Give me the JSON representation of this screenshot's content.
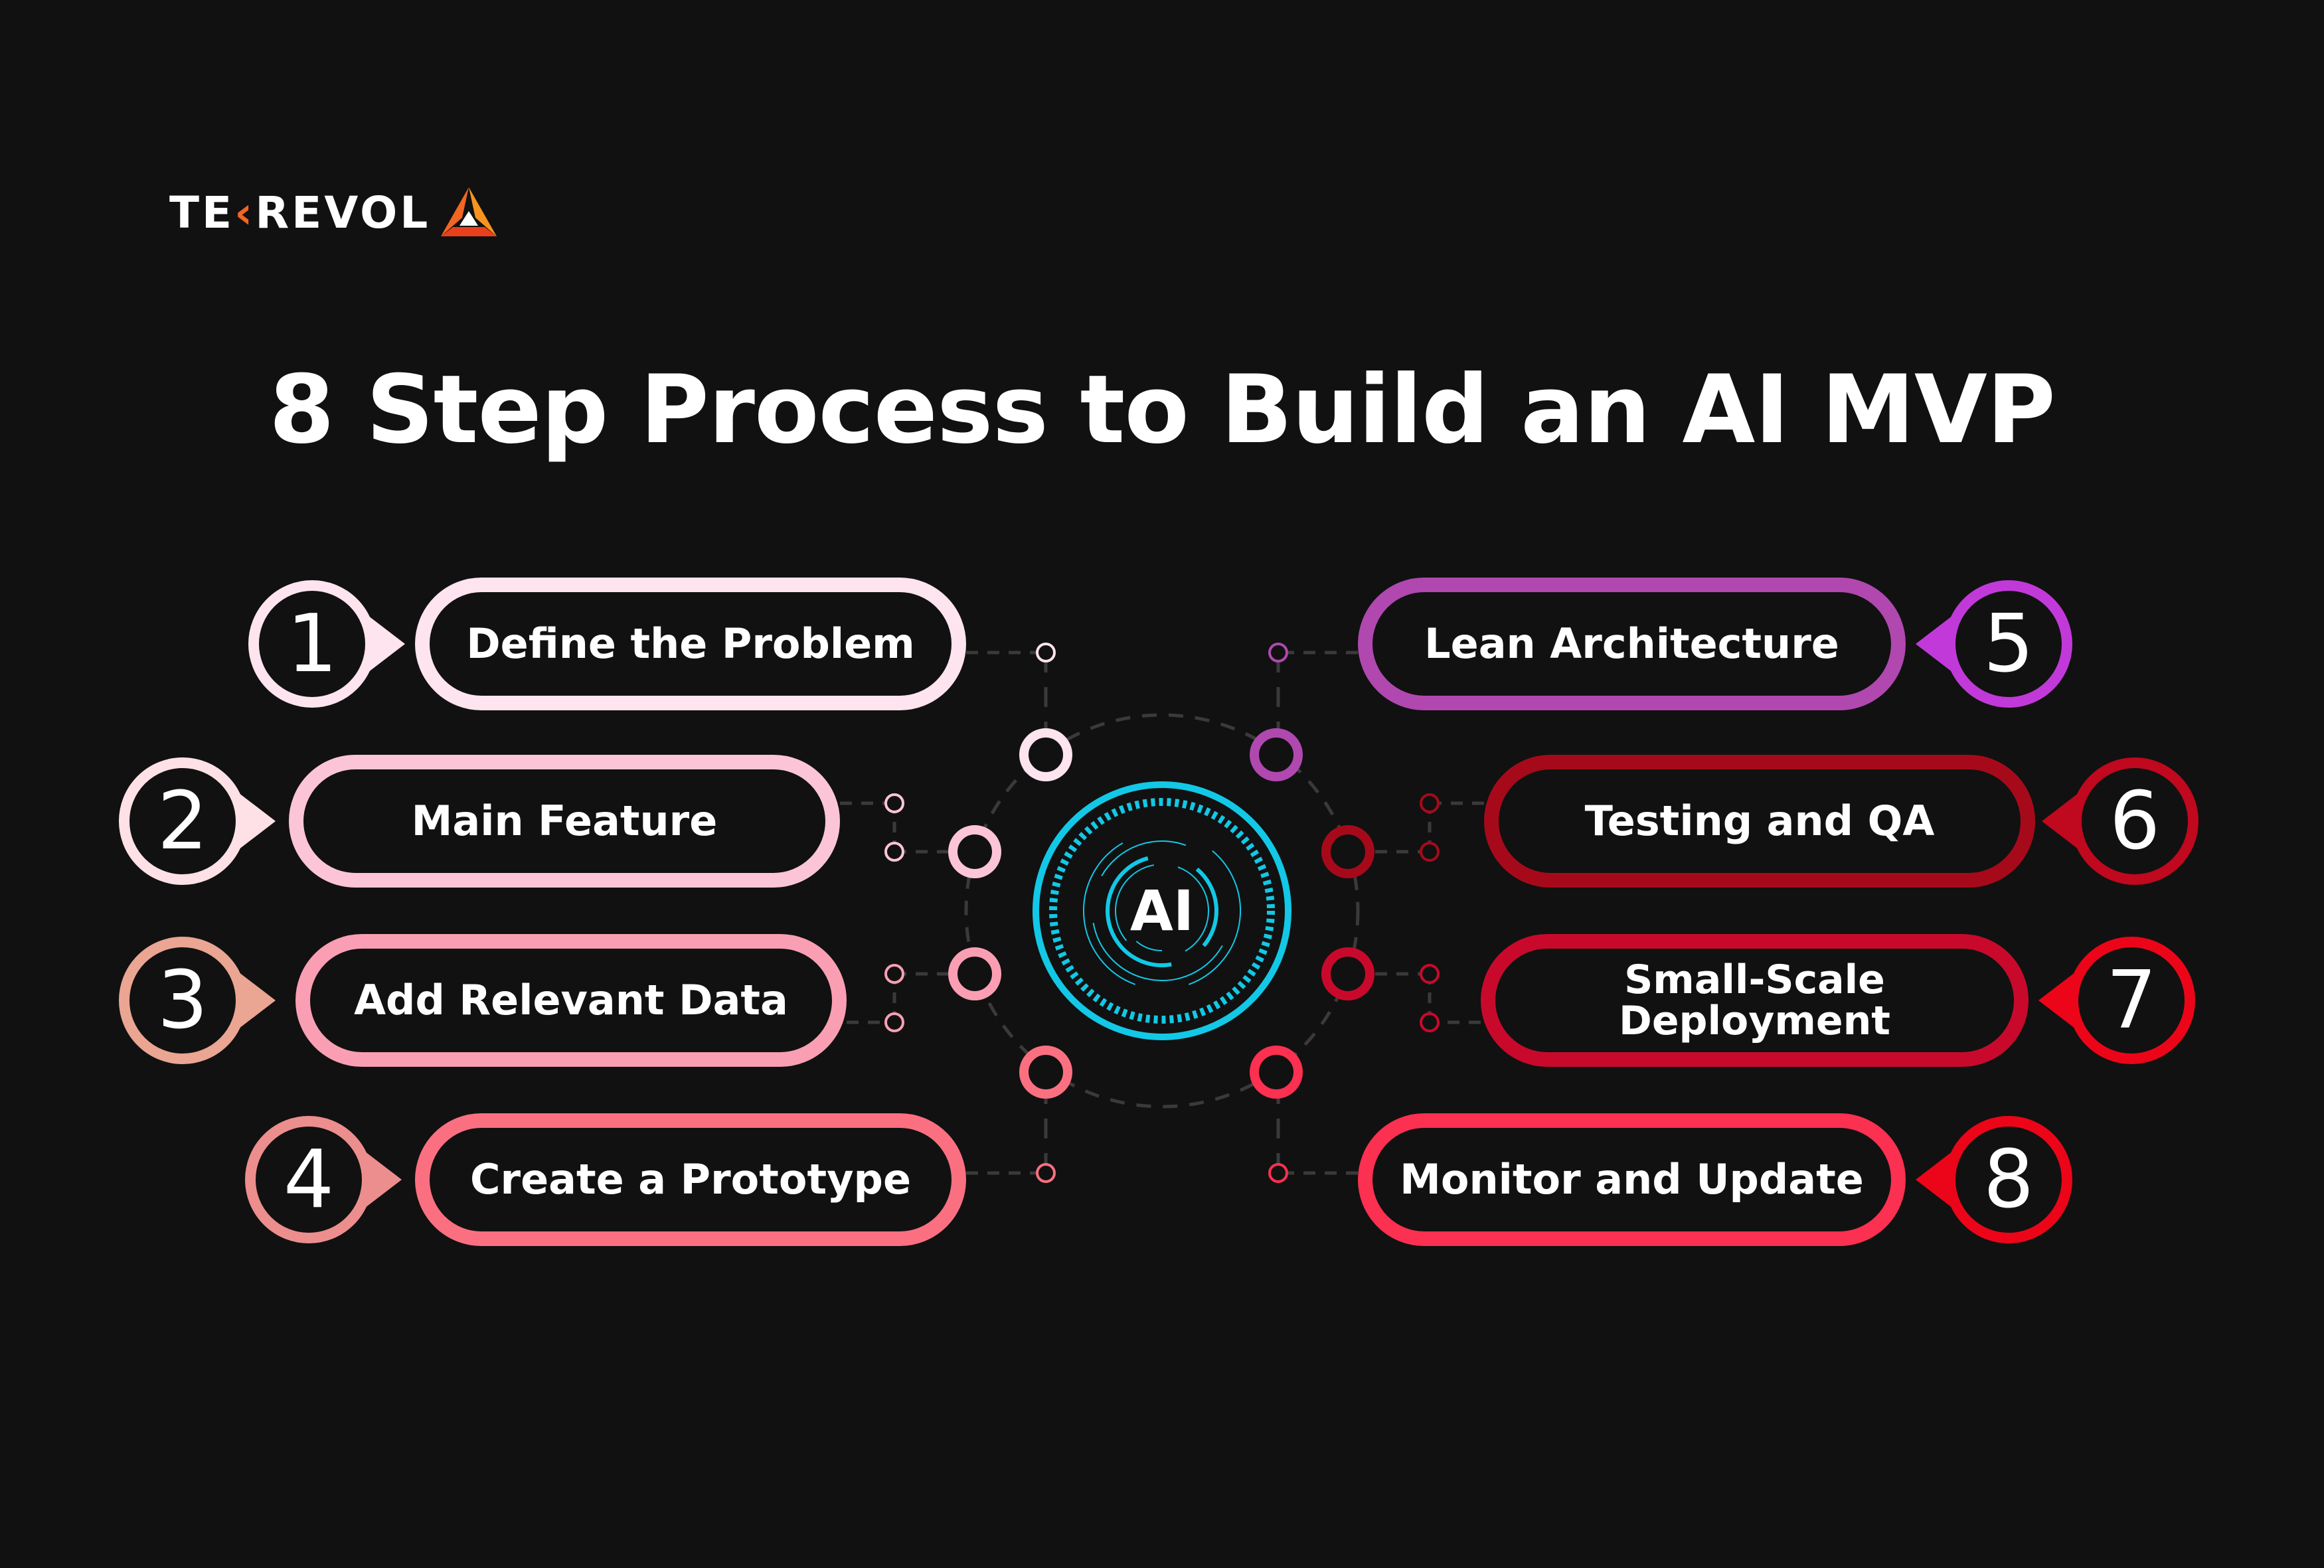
{
  "brand": {
    "logo_prefix": "TE",
    "logo_k": "‹",
    "logo_suffix": "REVOL",
    "accent_color": "#f26522"
  },
  "title": "8 Step Process to Build an AI MVP",
  "center": {
    "label": "AI",
    "color": "#12c8e6"
  },
  "steps": [
    {
      "number": "1",
      "label": "Define the Problem",
      "side": "left",
      "color": "#fde4ee",
      "circle_color": "#fde4ee"
    },
    {
      "number": "2",
      "label": "Main Feature",
      "side": "left",
      "color": "#fcc5d7",
      "circle_color": "#fde1e6"
    },
    {
      "number": "3",
      "label": "Add Relevant Data",
      "side": "left",
      "color": "#fa9fb3",
      "circle_color": "#eaa593"
    },
    {
      "number": "4",
      "label": "Create a Prototype",
      "side": "left",
      "color": "#fb7081",
      "circle_color": "#ec8e8d"
    },
    {
      "number": "5",
      "label": "Lean Architecture",
      "side": "right",
      "color": "#b048b0",
      "circle_color": "#c13ad9"
    },
    {
      "number": "6",
      "label": "Testing and QA",
      "side": "right",
      "color": "#a60a1a",
      "circle_color": "#c0081e"
    },
    {
      "number": "7",
      "label": "Small-Scale Deployment",
      "side": "right",
      "color": "#c9092c",
      "circle_color": "#ec0518"
    },
    {
      "number": "8",
      "label": "Monitor and Update",
      "side": "right",
      "color": "#fc3050",
      "circle_color": "#ec0518"
    }
  ]
}
